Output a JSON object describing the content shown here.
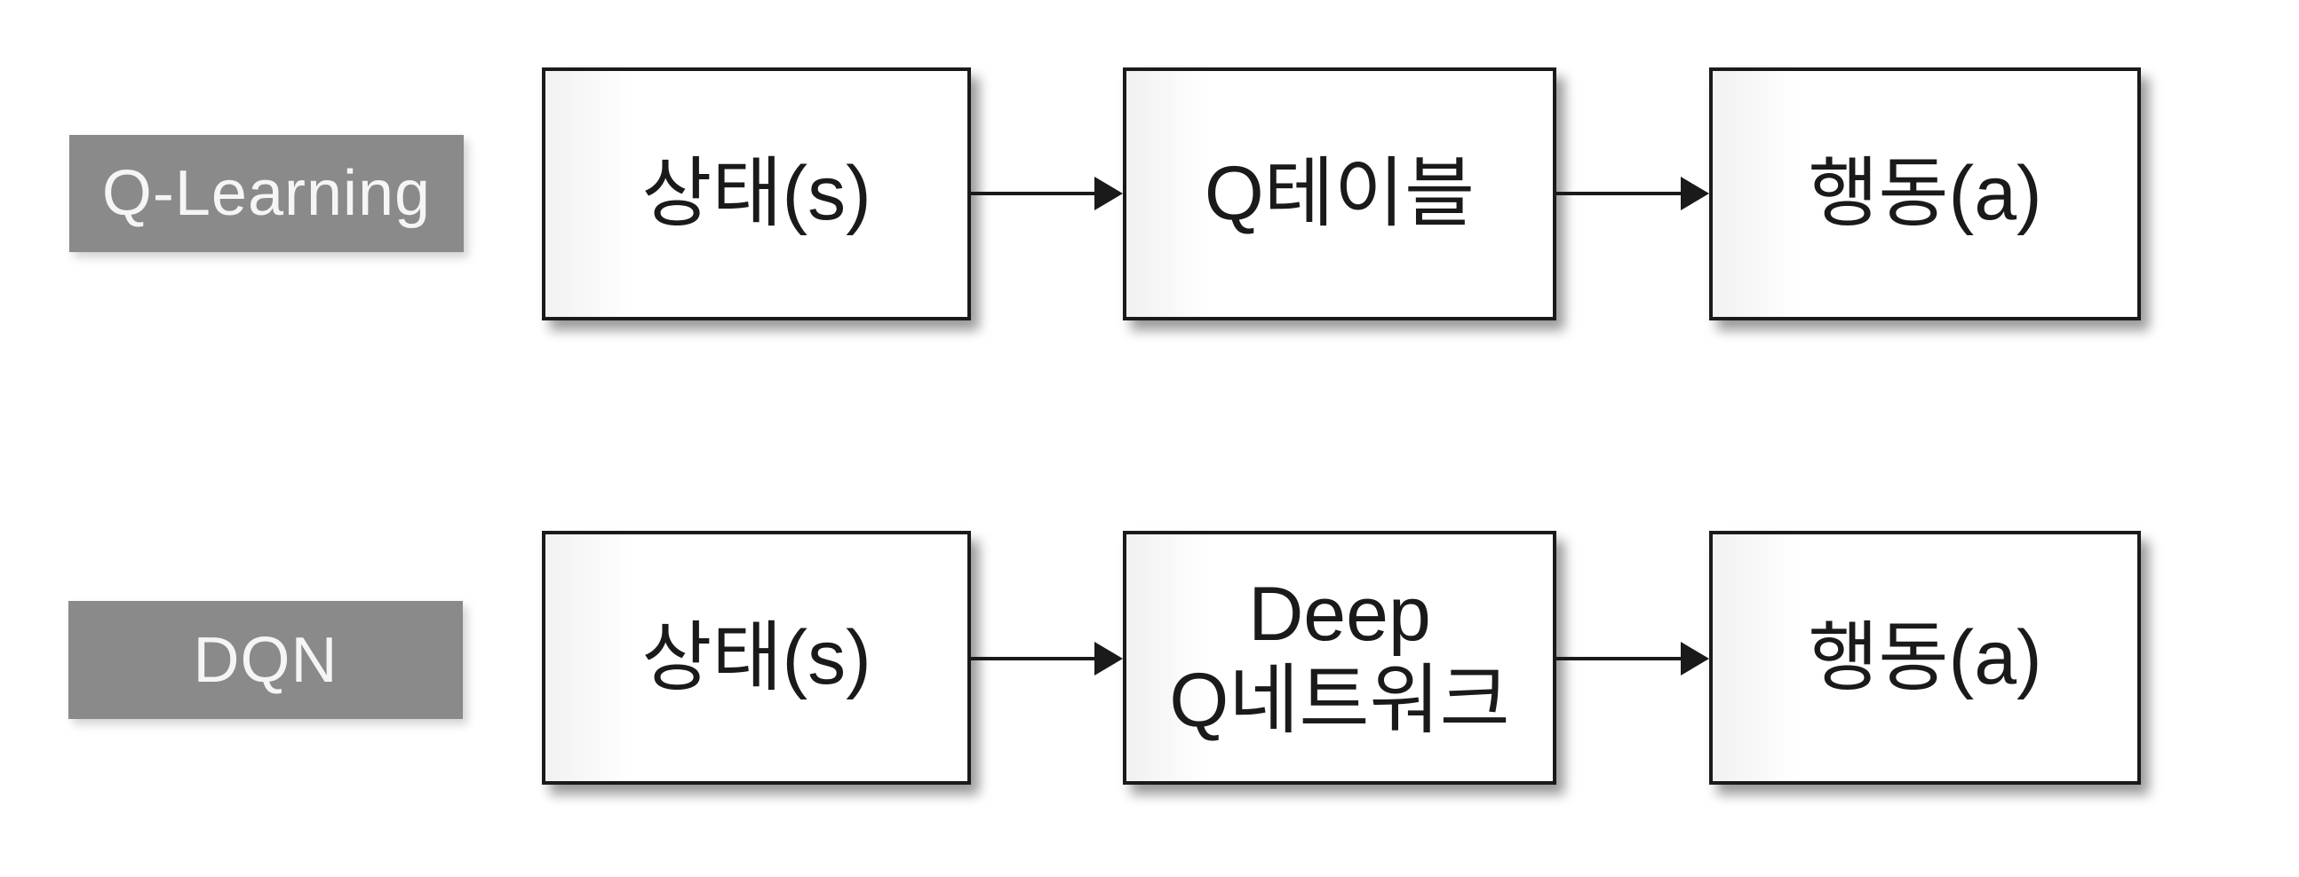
{
  "colors": {
    "background": "#ffffff",
    "label-bg": "#8a8a8a",
    "label-text": "#f5f5f5",
    "box-bg": "#ffffff",
    "box-border": "#1a1a1a",
    "box-text": "#1a1a1a",
    "arrow": "#1a1a1a"
  },
  "rows": [
    {
      "label": "Q-Learning",
      "nodes": [
        {
          "text": "상태(s)"
        },
        {
          "text": "Q테이블"
        },
        {
          "text": "행동(a)"
        }
      ]
    },
    {
      "label": "DQN",
      "nodes": [
        {
          "text": "상태(s)"
        },
        {
          "text": "Deep\nQ네트워크"
        },
        {
          "text": "행동(a)"
        }
      ]
    }
  ]
}
